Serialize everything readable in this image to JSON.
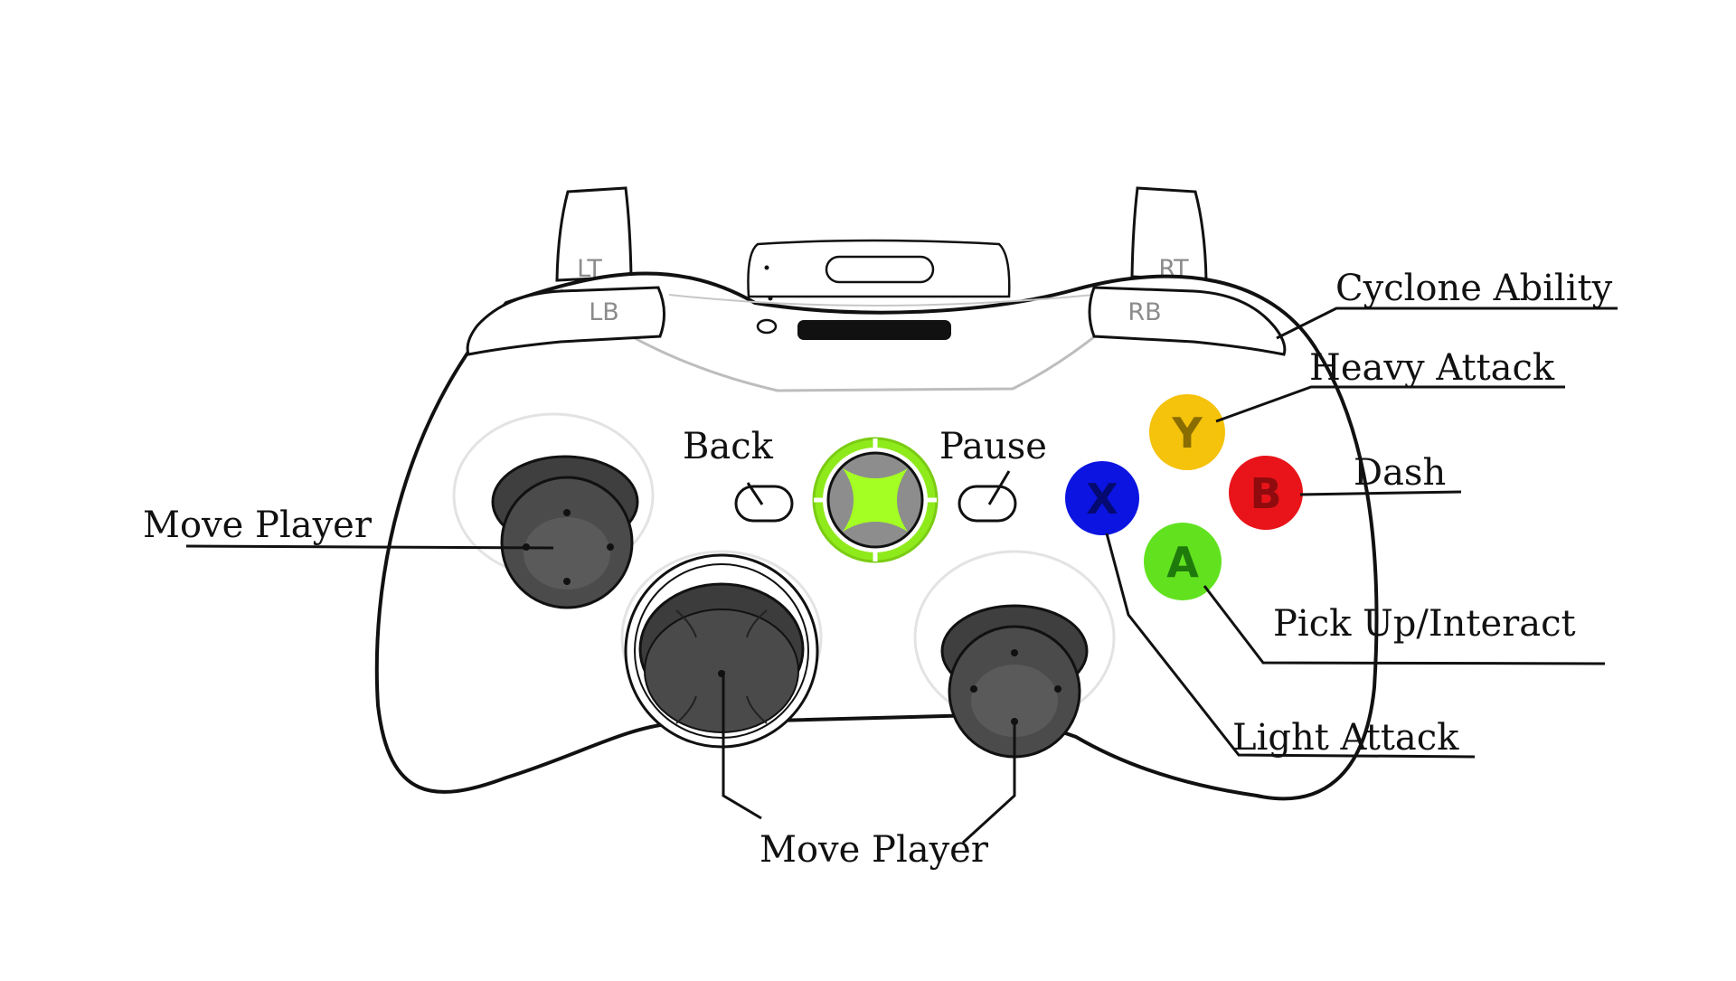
{
  "controller": {
    "triggers": {
      "left": "LT",
      "right": "RT"
    },
    "bumpers": {
      "left": "LB",
      "right": "RB"
    },
    "face_buttons": {
      "y": {
        "letter": "Y",
        "color": "#f5c20c",
        "letter_color": "#8a6d00"
      },
      "b": {
        "letter": "B",
        "color": "#e8141a",
        "letter_color": "#8f0b0e"
      },
      "a": {
        "letter": "A",
        "color": "#62e21f",
        "letter_color": "#1f7a0c"
      },
      "x": {
        "letter": "X",
        "color": "#0b14e0",
        "letter_color": "#050a70"
      }
    },
    "guide_button": {
      "ring_color": "#8fea1c",
      "x_color": "#a4ff22",
      "center_color": "#8d8d8d"
    },
    "body_outline_color": "#111111"
  },
  "callouts": {
    "cyclone_ability": "Cyclone Ability",
    "heavy_attack": "Heavy Attack",
    "dash": "Dash",
    "pick_up_interact": "Pick Up/Interact",
    "light_attack": "Light Attack",
    "back": "Back",
    "pause": "Pause",
    "move_player_left": "Move Player",
    "move_player_bottom": "Move Player"
  }
}
